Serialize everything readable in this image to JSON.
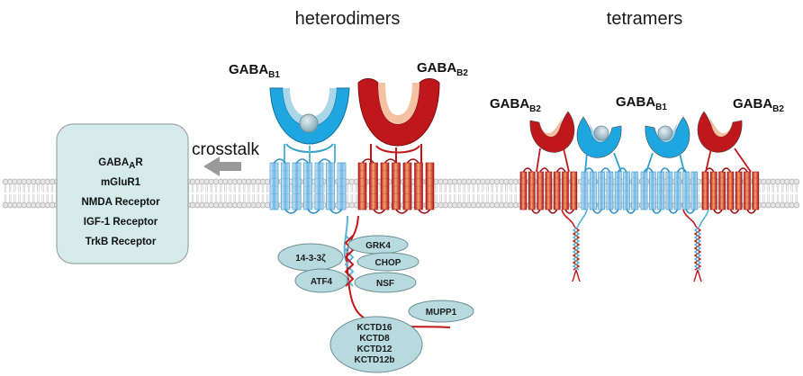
{
  "titles": {
    "heterodimers": "heterodimers",
    "tetramers": "tetramers"
  },
  "heterodimer_labels": {
    "b1_base": "GABA",
    "b1_sub": "B1",
    "b2_base": "GABA",
    "b2_sub": "B2"
  },
  "tetramer_labels": {
    "left_base": "GABA",
    "left_sub": "B2",
    "middle_base": "GABA",
    "middle_sub": "B1",
    "right_base": "GABA",
    "right_sub": "B2"
  },
  "crosstalk": {
    "label": "crosstalk",
    "items": [
      {
        "base": "GABA",
        "sub": "A",
        "rest": "R"
      },
      {
        "base": "mGluR1",
        "sub": "",
        "rest": ""
      },
      {
        "base": "NMDA Receptor",
        "sub": "",
        "rest": ""
      },
      {
        "base": "IGF-1 Receptor",
        "sub": "",
        "rest": ""
      },
      {
        "base": "TrkB Receptor",
        "sub": "",
        "rest": ""
      }
    ]
  },
  "interactors": [
    "14-3-3ζ",
    "GRK4",
    "CHOP",
    "ATF4",
    "NSF",
    "MUPP1"
  ],
  "kctd_group": [
    "KCTD16",
    "KCTD8",
    "KCTD12",
    "KCTD12b"
  ],
  "colors": {
    "b1_blue": "#1ea6e0",
    "b1_light": "#a9d7ea",
    "b2_red": "#c0171c",
    "b2_light": "#f0a98a",
    "oval_fill": "#b7dadf",
    "box_fill": "#d5ebeb",
    "membrane": "#b5b5b5"
  }
}
